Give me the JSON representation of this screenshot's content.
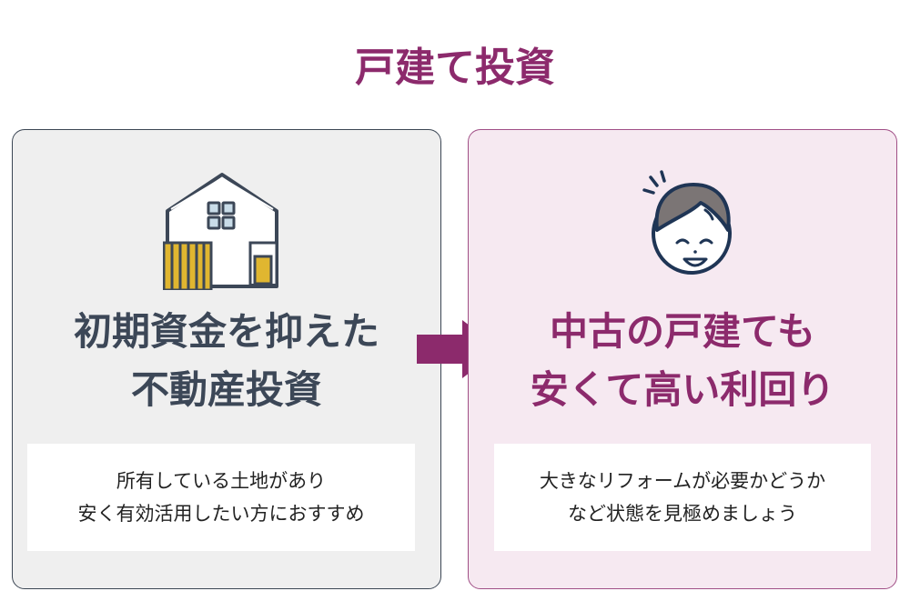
{
  "title": "戸建て投資",
  "left": {
    "headline": [
      "初期資金を抑えた",
      "不動産投資"
    ],
    "note": [
      "所有している土地があり",
      "安く有効活用したい方におすすめ"
    ]
  },
  "right": {
    "headline": [
      "中古の戸建ても",
      "安くて高い利回り"
    ],
    "note": [
      "大きなリフォームが必要かどうか",
      "など状態を見極めましょう"
    ]
  },
  "colors": {
    "accent": "#8c2a6c",
    "dark": "#3c4757",
    "left_bg": "#efefef",
    "right_bg": "#f6e9f1",
    "yellow": "#e0b630"
  }
}
